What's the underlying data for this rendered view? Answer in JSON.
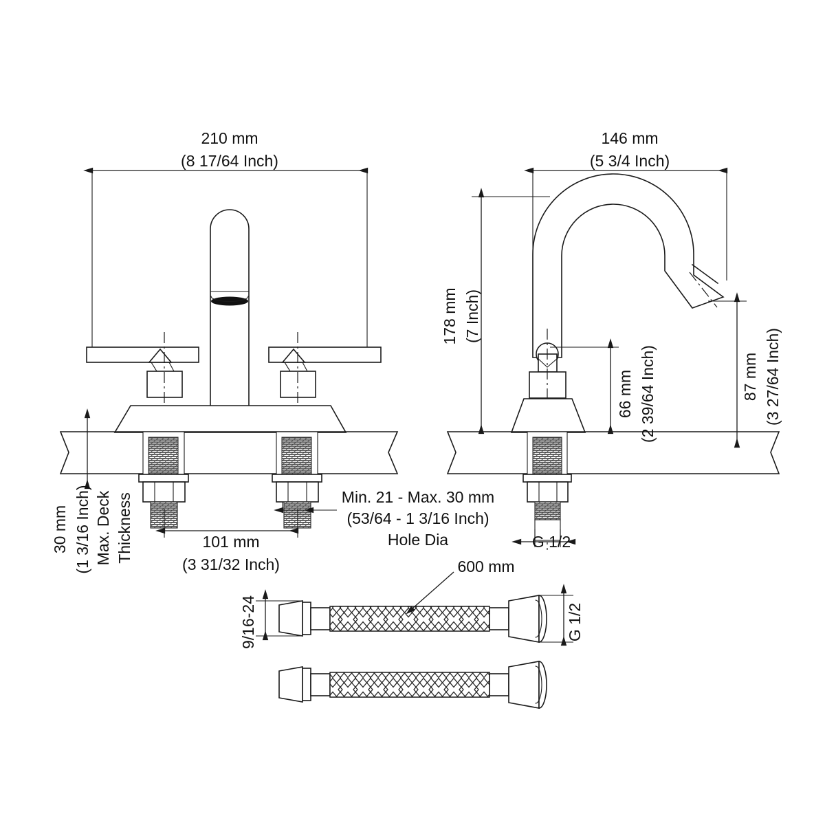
{
  "drawing": {
    "title": "Two-handle centerset lavatory faucet dimensional drawing",
    "line_color": "#1a1a1a",
    "background": "#ffffff"
  },
  "front_view": {
    "name": "front-elevation",
    "width_dim": {
      "mm": "210 mm",
      "inch": "(8 17/64 Inch)"
    },
    "center_distance_dim": {
      "mm": "101 mm",
      "inch": "(3 31/32 Inch)"
    },
    "deck_thickness_dim": {
      "mm": "30 mm",
      "inch": "(1 3/16 Inch)",
      "note_line1": "Max. Deck",
      "note_line2": "Thickness"
    },
    "hole_dia_note": {
      "line1": "Min. 21 - Max. 30 mm",
      "line2": "(53/64 - 1 3/16 Inch)",
      "line3": "Hole Dia"
    }
  },
  "side_view": {
    "name": "side-elevation",
    "reach_dim": {
      "mm": "146 mm",
      "inch": "(5 3/4 Inch)"
    },
    "overall_height_dim": {
      "mm": "178 mm",
      "inch": "(7 Inch)"
    },
    "handle_height_dim": {
      "mm": "66 mm",
      "inch": "(2 39/64 Inch)"
    },
    "spout_height_dim": {
      "mm": "87 mm",
      "inch": "(3 27/64 Inch)"
    },
    "inlet_thread": "G 1/2"
  },
  "hoses": {
    "name": "supply-hoses",
    "length_label": "600 mm",
    "top_connector_thread": "9/16-24",
    "bottom_connector_thread": "G 1/2",
    "count": 2
  }
}
